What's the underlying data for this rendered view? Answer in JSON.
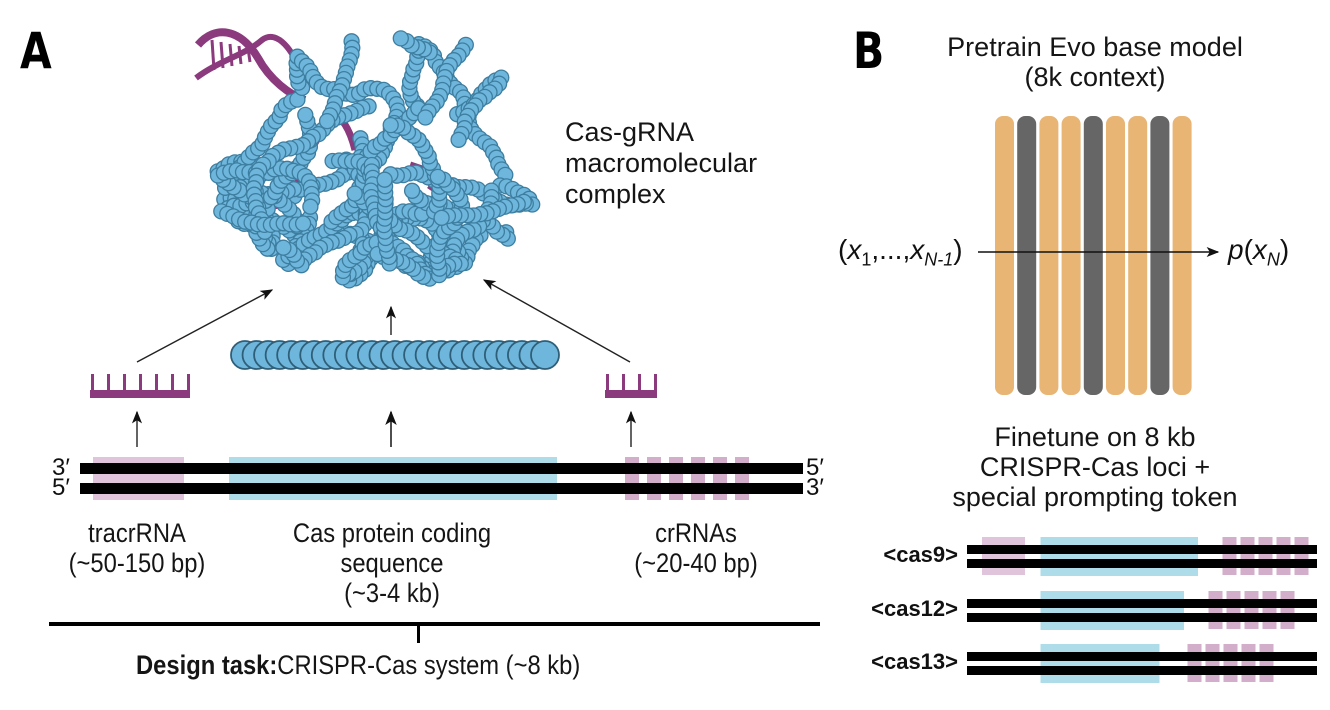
{
  "panel_a": {
    "letter": "A",
    "complex_label": [
      "Cas-gRNA",
      "macromolecular",
      "complex"
    ],
    "strand_labels": {
      "left_top": "3′",
      "left_bottom": "5′",
      "right_top": "5′",
      "right_bottom": "3′"
    },
    "components": [
      {
        "name": "tracrRNA",
        "size": "(~50-150 bp)",
        "color": "#e0c4dc"
      },
      {
        "name": "Cas protein coding sequence",
        "name_lines": [
          "Cas protein coding",
          "sequence"
        ],
        "size": "(~3-4 kb)",
        "color": "#aedce9"
      },
      {
        "name": "crRNAs",
        "size": "(~20-40 bp)",
        "color": "#d3aecb",
        "repeat_count": 6
      }
    ],
    "design_task": {
      "label": "Design task:",
      "value": "CRISPR-Cas system (~8 kb)"
    },
    "colors": {
      "rna": "#8b3a7e",
      "protein_bead": "#6fb6dc",
      "protein_outline": "#3d7ea0",
      "dna": "#000000"
    }
  },
  "panel_b": {
    "letter": "B",
    "pretrain_title": [
      "Pretrain Evo base model",
      "(8k context)"
    ],
    "model_layers": [
      "hyena",
      "attention",
      "hyena",
      "hyena",
      "attention",
      "hyena",
      "hyena",
      "attention",
      "hyena"
    ],
    "layer_colors": {
      "hyena": "#e8b574",
      "attention": "#666666"
    },
    "input_label": {
      "open": "(",
      "x": "x",
      "sub1": "1",
      "mid": ",...,",
      "x2": "x",
      "subN": "N-1",
      "close": ")"
    },
    "output_label": {
      "p": "p",
      "open": "(",
      "x": "x",
      "sub": "N",
      "close": ")"
    },
    "finetune_title": [
      "Finetune on 8 kb",
      "CRISPR-Cas loci +",
      "special prompting token"
    ],
    "loci": [
      {
        "token": "<cas9>",
        "has_tracr": true,
        "cas_fraction": [
          0.21,
          0.66
        ],
        "crrna_start": 0.73,
        "crrna_count": 5
      },
      {
        "token": "<cas12>",
        "has_tracr": false,
        "cas_fraction": [
          0.21,
          0.62
        ],
        "crrna_start": 0.69,
        "crrna_count": 5
      },
      {
        "token": "<cas13>",
        "has_tracr": false,
        "cas_fraction": [
          0.21,
          0.55
        ],
        "crrna_start": 0.63,
        "crrna_count": 5
      }
    ]
  }
}
